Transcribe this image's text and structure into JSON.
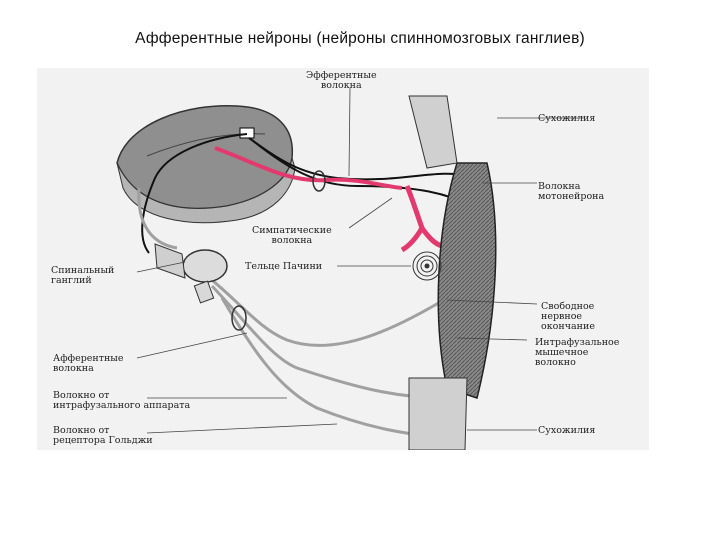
{
  "title": "Афферентные нейроны  (нейроны спинномозговых  ганглиев)",
  "labels": {
    "efferent_fibers": "Эфферентные\nволокна",
    "tendon_top": "Сухожилия",
    "motoneuron_fibers": "Волокна\nмотонейрона",
    "sympathetic_fibers": "Симпатические\nволокна",
    "pacinian_body": "Тельце Пачини",
    "spinal_ganglion": "Спинальный\nганглий",
    "free_nerve_ending": "Свободное\nнервное\nокончание",
    "intrafusal_fiber": "Интрафузальное\nмышечное\nволокно",
    "afferent_fibers": "Афферентные\nволокна",
    "intrafusal_apparatus_fiber": "Волокно от\nинтрафузального аппарата",
    "golgi_receptor_fiber": "Волокно от\nрецептора Гольджи",
    "tendon_bottom": "Сухожилия"
  },
  "colors": {
    "sympathetic": "#e23a6e",
    "tissue": "#9a9a9a",
    "nerve": "#222222"
  }
}
